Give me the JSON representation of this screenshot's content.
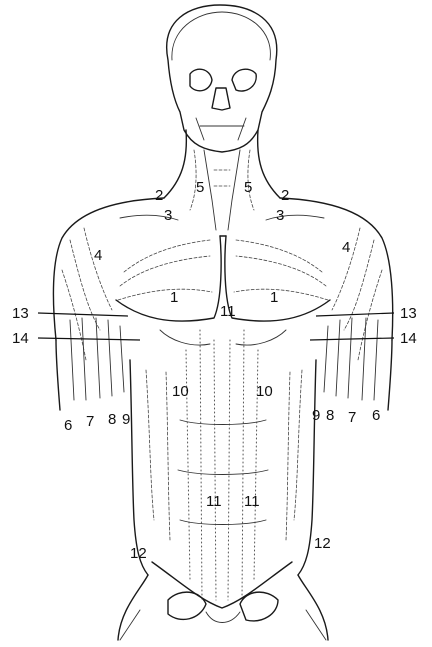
{
  "diagram": {
    "labels": {
      "n1_left": "1",
      "n1_right": "1",
      "n2_left": "2",
      "n2_right": "2",
      "n3_left": "3",
      "n3_right": "3",
      "n4_left": "4",
      "n4_right": "4",
      "n5_left": "5",
      "n5_right": "5",
      "n6_left": "6",
      "n7_left": "7",
      "n8_left": "8",
      "n9_left": "9",
      "n6_right": "6",
      "n7_right": "7",
      "n8_right": "8",
      "n9_right": "9",
      "n10_left": "10",
      "n10_right": "10",
      "n11_top": "11",
      "n11_low_left": "11",
      "n11_low_right": "11",
      "n12_left": "12",
      "n12_right": "12",
      "n13_left": "13",
      "n13_right": "13",
      "n14_left": "14",
      "n14_right": "14"
    }
  }
}
